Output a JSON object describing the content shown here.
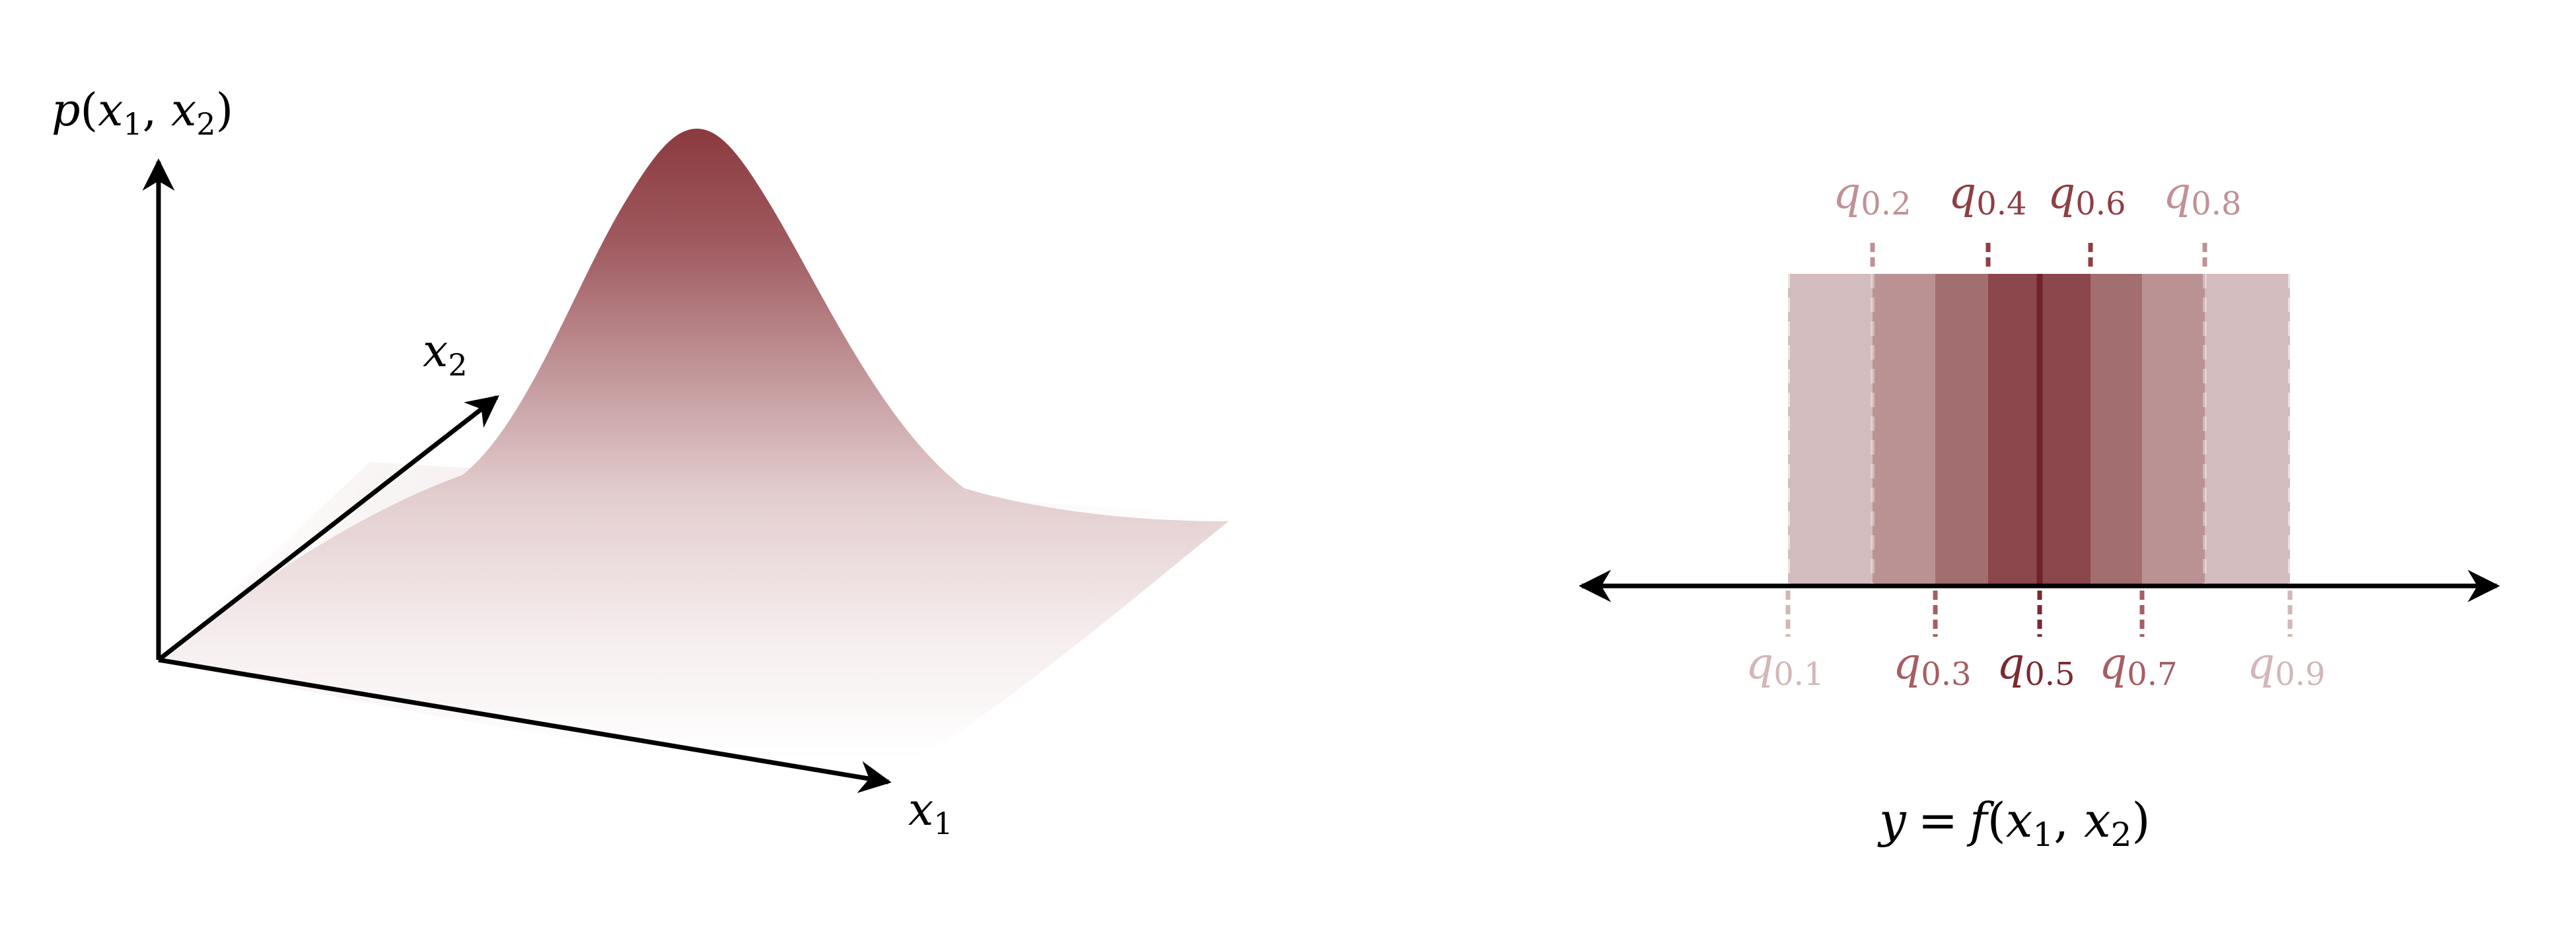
{
  "left_panel": {
    "z_label_func": "p",
    "z_label_var1": "x",
    "z_label_sub1": "1",
    "z_label_var2": "x",
    "z_label_sub2": "2",
    "x1_label": "x",
    "x1_sub": "1",
    "x2_label": "x",
    "x2_sub": "2",
    "surface_color": "#8b3a3f"
  },
  "right_panel": {
    "quantile_symbol": "q",
    "quantiles_top": [
      {
        "sub": "0.2",
        "color": "#c09196"
      },
      {
        "sub": "0.4",
        "color": "#8e3f45"
      },
      {
        "sub": "0.6",
        "color": "#8e3f45"
      },
      {
        "sub": "0.8",
        "color": "#c09196"
      }
    ],
    "quantiles_bottom": [
      {
        "sub": "0.1",
        "color": "#d2b6b8"
      },
      {
        "sub": "0.3",
        "color": "#a65e63"
      },
      {
        "sub": "0.5",
        "color": "#7a2a30"
      },
      {
        "sub": "0.7",
        "color": "#a65e63"
      },
      {
        "sub": "0.9",
        "color": "#d2b6b8"
      }
    ],
    "band_colors": {
      "outer": "#d3bcbd",
      "mid": "#bb9294",
      "inner": "#a36e70",
      "center": "#8b474b",
      "median_line": "#6e2329"
    },
    "formula": {
      "y": "y",
      "eq": "=",
      "f": "f",
      "var1": "x",
      "sub1": "1",
      "var2": "x",
      "sub2": "2"
    }
  }
}
